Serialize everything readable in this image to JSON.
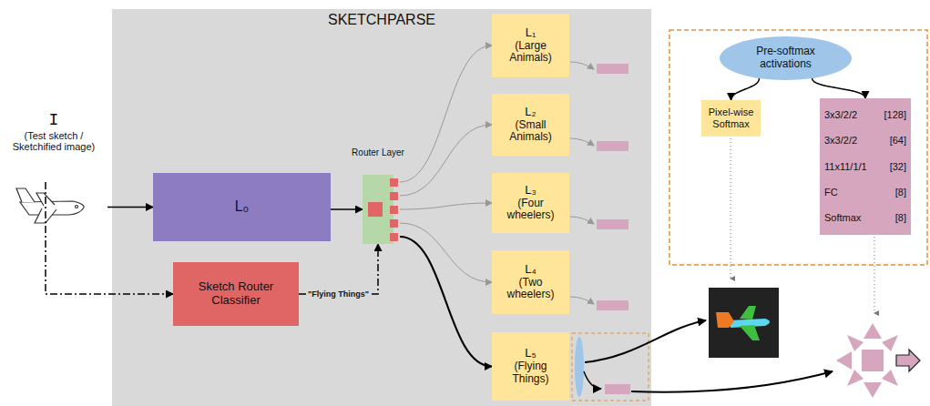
{
  "diagram": {
    "nodes": [
      {
        "text": [
          "I",
          "(Test sketch / Sketchified image)"
        ]
      },
      {
        "text": [
          "SKETCHPARSE"
        ]
      },
      {
        "text": [
          "L₀"
        ],
        "in": 1
      },
      {
        "text": [
          "Router Layer"
        ],
        "in": 1
      },
      {
        "text": [
          "Sketch Router Classifier"
        ],
        "in": 1
      },
      {
        "text": [
          "L₁",
          "(Large Animals)"
        ],
        "in": 1
      },
      {
        "text": [
          "L₂",
          "(Small Animals)"
        ],
        "in": 1
      },
      {
        "text": [
          "L₃",
          "(Four wheelers)"
        ],
        "in": 1
      },
      {
        "text": [
          "L₄",
          "(Two wheelers)"
        ],
        "in": 1
      },
      {
        "text": [
          "L₅",
          "(Flying Things)"
        ],
        "in": 1
      },
      {
        "text": [
          "Pre-softmax activations"
        ]
      },
      {
        "text": [
          "Pixel-wise Softmax"
        ]
      },
      {
        "text": [
          "3x3/2/2",
          "[128]",
          "3x3/2/2",
          "[64]",
          "11x11/1/1",
          "[32]",
          "FC",
          "[8]",
          "Softmax",
          "[8]"
        ]
      }
    ],
    "edges": [
      {
        "from": 0,
        "to": 2,
        "arrow": "to"
      },
      {
        "from": 0,
        "to": 4,
        "arrow": "to"
      },
      {
        "from": 4,
        "to": 3,
        "label": "\"Flying Things\"",
        "arrow": "to"
      },
      {
        "from": 2,
        "to": 3,
        "arrow": "to"
      },
      {
        "from": 3,
        "to": 5,
        "arrow": "to"
      },
      {
        "from": 3,
        "to": 6,
        "arrow": "to"
      },
      {
        "from": 3,
        "to": 7,
        "arrow": "to"
      },
      {
        "from": 3,
        "to": 8,
        "arrow": "to"
      },
      {
        "from": 3,
        "to": 9,
        "arrow": "to"
      },
      {
        "from": 10,
        "to": 11,
        "arrow": "to"
      },
      {
        "from": 10,
        "to": 12,
        "arrow": "to"
      }
    ]
  }
}
